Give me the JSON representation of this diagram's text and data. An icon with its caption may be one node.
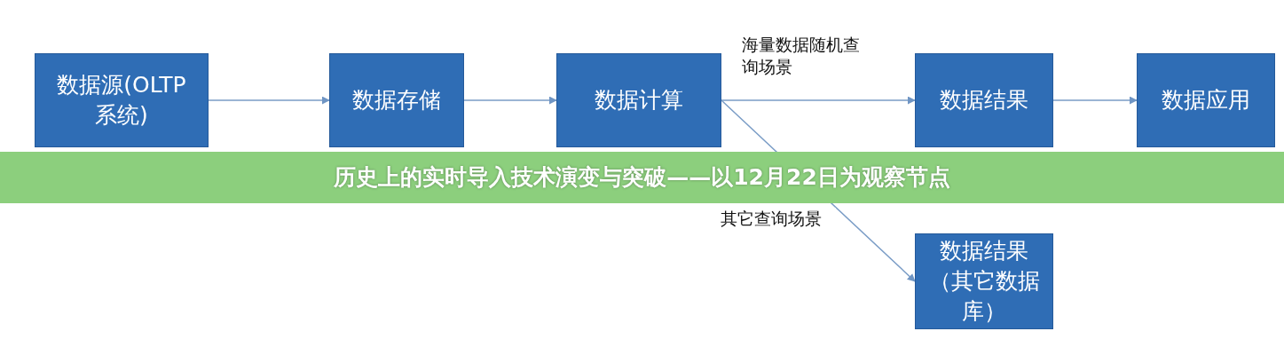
{
  "diagram": {
    "title": "历史上的实时导入技术演变与突破——以12月22日为观察节点",
    "nodes": [
      {
        "text": [
          "数据源(OLTP系统)"
        ]
      },
      {
        "text": [
          "数据存储"
        ]
      },
      {
        "text": [
          "数据计算"
        ]
      },
      {
        "text": [
          "数据结果"
        ]
      },
      {
        "text": [
          "数据应用"
        ]
      },
      {
        "text": [
          "数据结果（其它数据库）"
        ]
      }
    ],
    "edges": [
      {
        "from": 0,
        "to": 1,
        "arrow": "to"
      },
      {
        "from": 1,
        "to": 2,
        "arrow": "to"
      },
      {
        "from": 2,
        "to": 3,
        "arrow": "to",
        "label": "海量数据随机查询场景"
      },
      {
        "from": 3,
        "to": 4,
        "arrow": "to"
      },
      {
        "from": 2,
        "to": 5,
        "arrow": "to",
        "label": "其它查询场景"
      }
    ]
  }
}
